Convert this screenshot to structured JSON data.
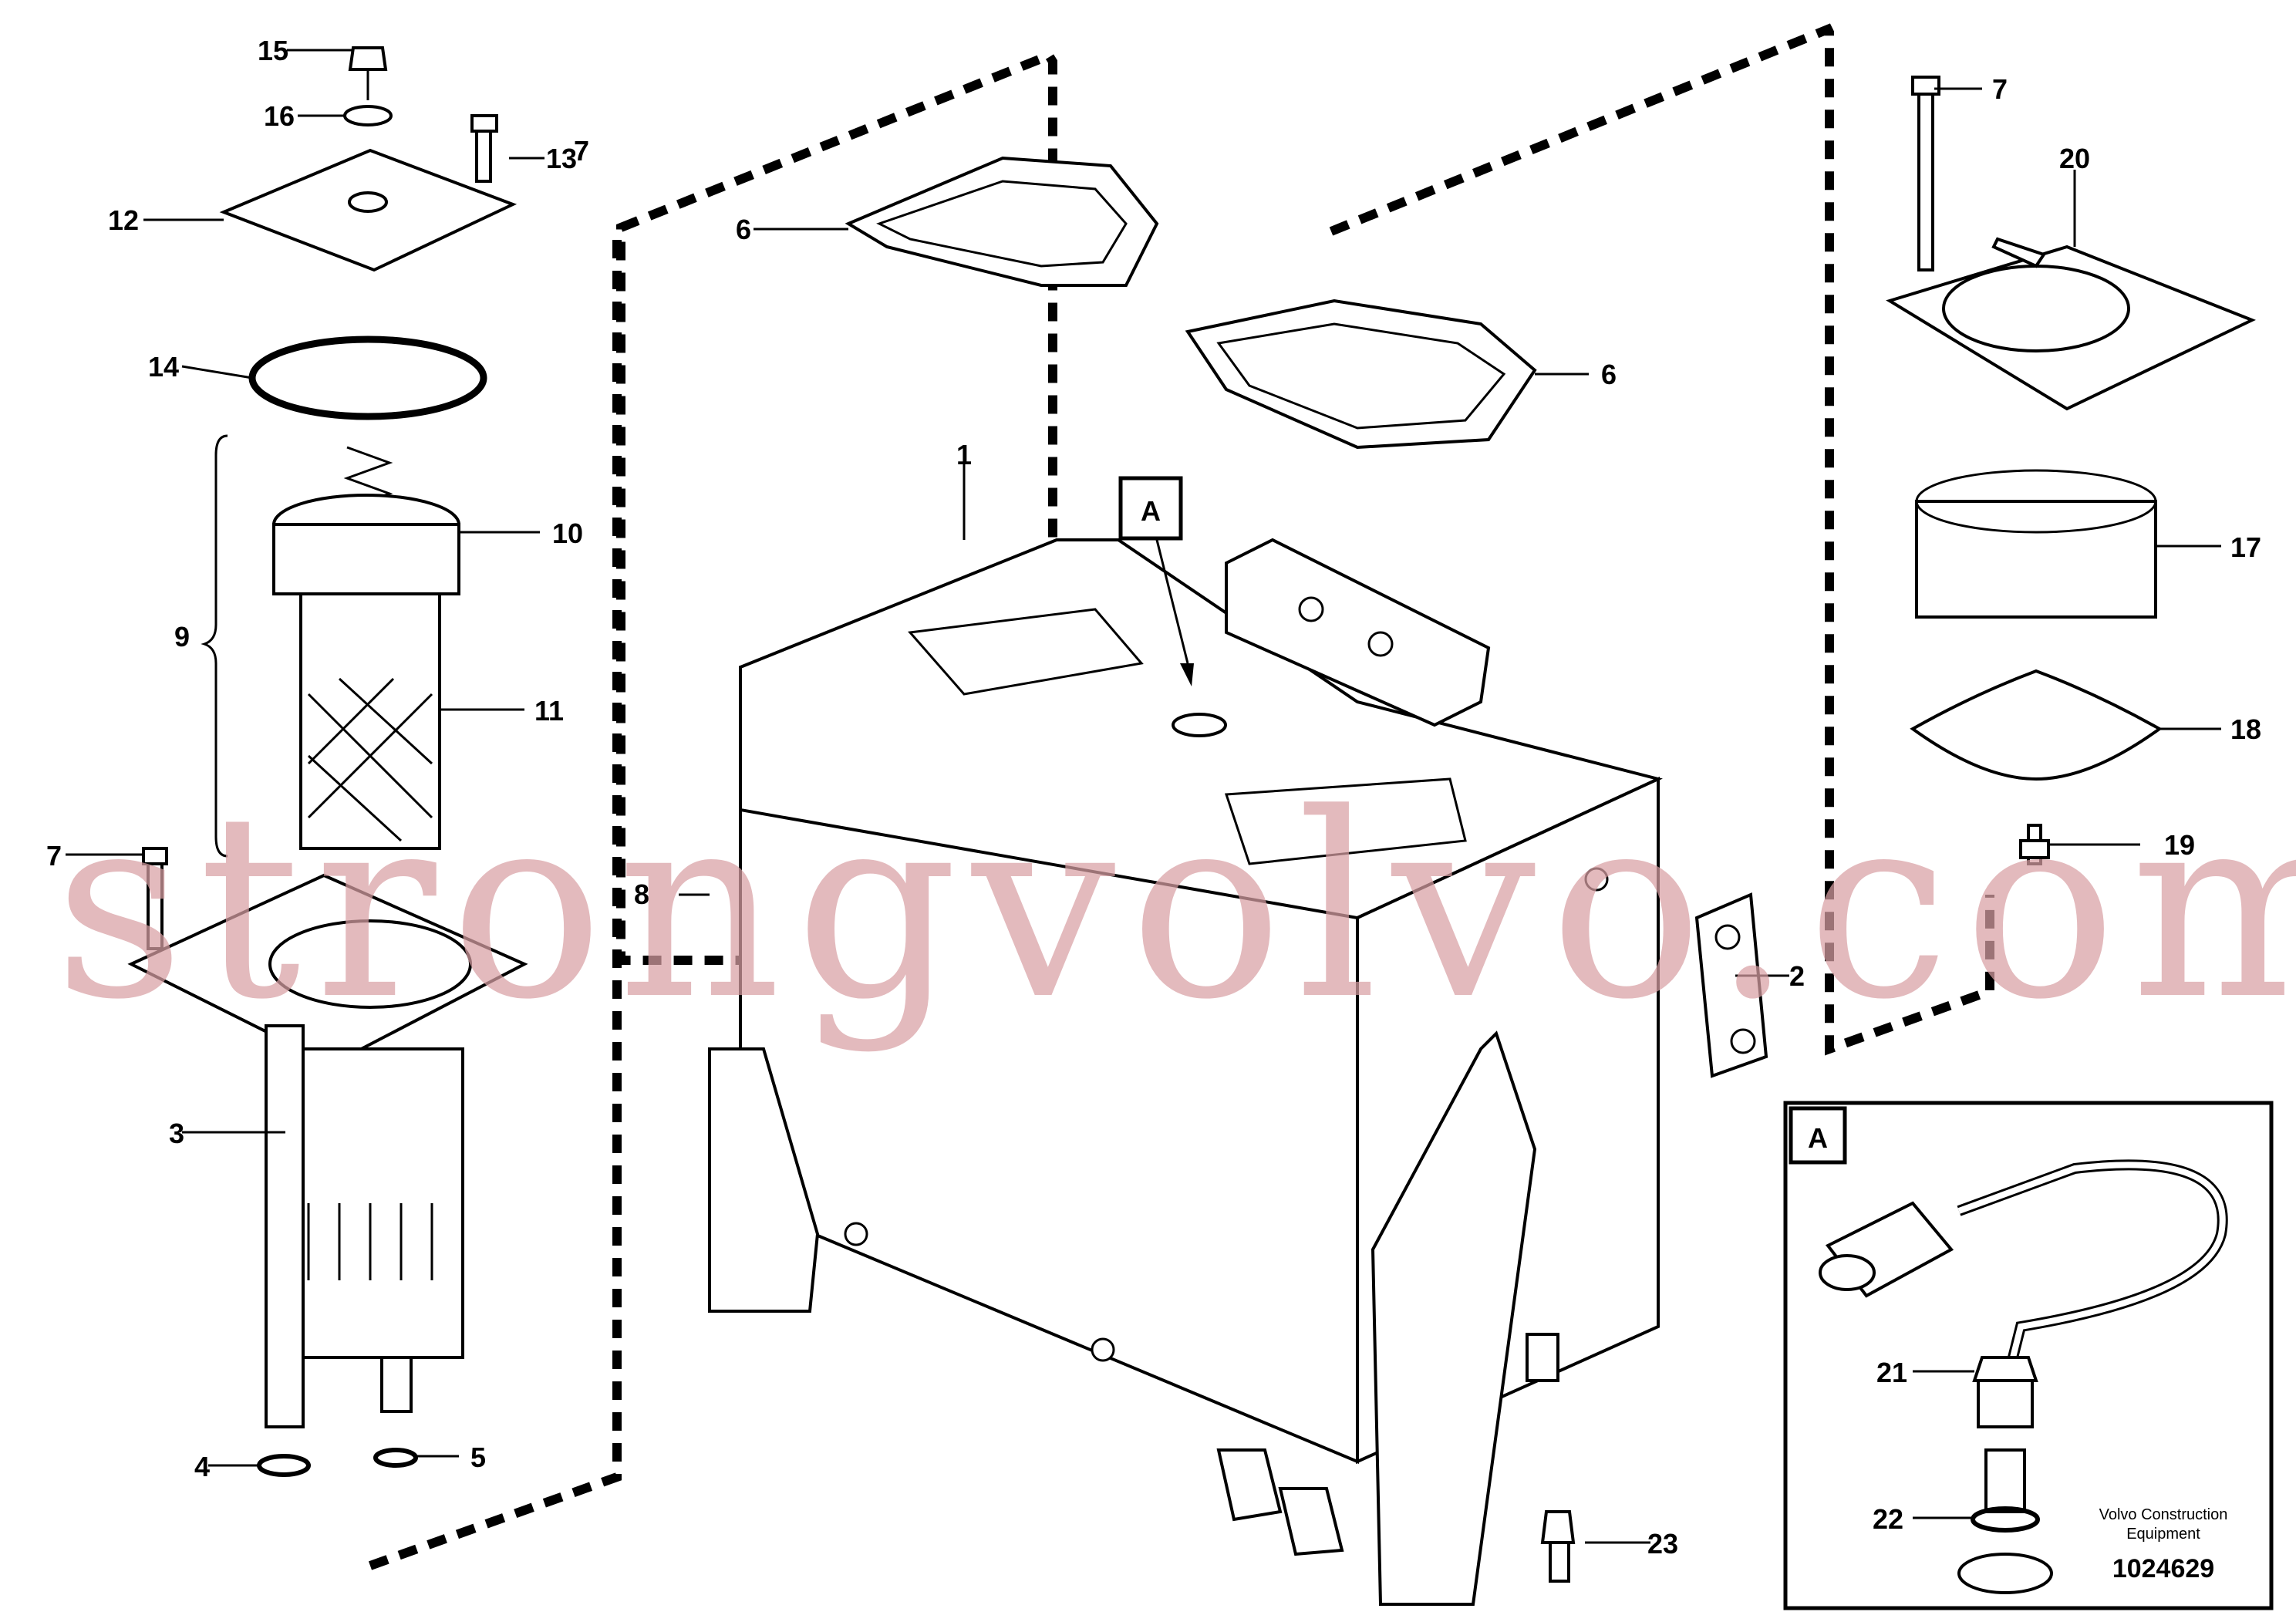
{
  "diagram": {
    "callouts": {
      "c1": "1",
      "c2": "2",
      "c3": "3",
      "c4": "4",
      "c5": "5",
      "c6a": "6",
      "c6b": "6",
      "c7a": "7",
      "c7b": "7",
      "c7c": "7",
      "c8": "8",
      "c9": "9",
      "c10": "10",
      "c11": "11",
      "c12": "12",
      "c13": "13",
      "c14": "14",
      "c15": "15",
      "c16": "16",
      "c17": "17",
      "c18": "18",
      "c19": "19",
      "c20": "20",
      "c21": "21",
      "c22": "22",
      "c23": "23"
    },
    "view_label": "A",
    "inset_label": "A",
    "manufacturer": "Volvo Construction",
    "manufacturer_line2": "Equipment",
    "drawing_number": "1024629",
    "watermark": "strongvolvo.com"
  }
}
